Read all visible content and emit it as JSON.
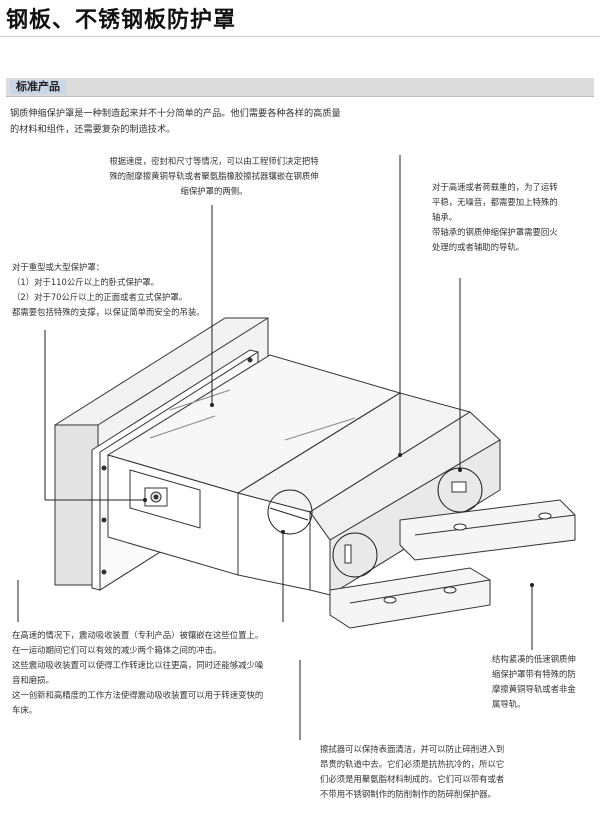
{
  "header": {
    "title": "钢板、不锈钢板防护罩"
  },
  "section": {
    "label": "标准产品"
  },
  "intro": {
    "text": "钢质伸缩保护罩是一种制造起来并不十分简单的产品。他们需要各种各样的高质量\n的材料和组件，还需要复杂的制造技术。"
  },
  "callouts": {
    "wiper_design": "根据速度，密封和尺寸等情况，可以由工程师们决定把特\n殊的耐摩擦黄铜导轨或者聚氨脂橡胶擦拭器镶嵌在钢质伸\n缩保护罩的两侧。",
    "high_speed_load": "对于高速或者荷载重的，为了运转\n平稳，无噪音，都需要加上特殊的\n轴承。\n带轴承的钢质伸缩保护罩需要回火\n处理的或者辅助的导轨。",
    "heavy_large": "对于重型或大型保护罩：\n（1）对于110公斤以上的卧式保护罩。\n（2）对于70公斤以上的正面或者立式保护罩。\n都需要包括特殊的支撑，以保证简单而安全的吊装。",
    "shock_absorber": "在高速的情况下，震动吸收装置（专利产品）被镶嵌在这些位置上。\n在一运动期间它们可以有效的减少两个箱体之间的冲击。\n这些震动吸收装置可以使得工作转速比以往更高，同时还能够减少噪\n音和磨损。\n这一创新和高精度的工作方法使得震动吸收装置可以用于转速变快的\n车床。",
    "compact_low_speed": "结构紧凑的低速钢质伸\n缩保护罩带有特殊的防\n摩擦黄铜导轨或者非金\n属导轨。",
    "wiper_clean": "擦拭器可以保持表面清洁，并可以防止碎削进入到\n昂贵的轨道中去。它们必须是抗热抗冷的，所以它\n们必须是用聚氨脂材料制成的。它们可以带有或者\n不带用不锈钢制作的防削制作的防碎削保护器。"
  }
}
